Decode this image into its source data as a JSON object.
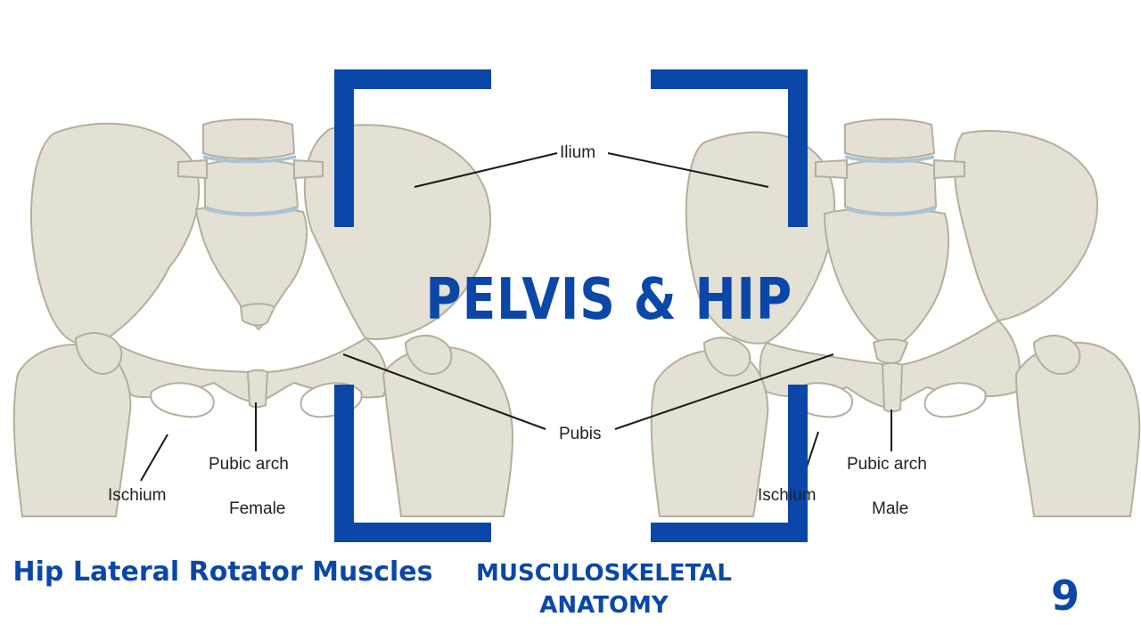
{
  "diagram": {
    "labels": {
      "ilium": "Ilium",
      "pubis": "Pubis",
      "pubic_arch_female": "Pubic arch",
      "pubic_arch_male": "Pubic arch",
      "ischium_female": "Ischium",
      "ischium_male": "Ischium",
      "female": "Female",
      "male": "Male"
    }
  },
  "title": "PELVIS & HIP",
  "footer": {
    "topic": "Hip Lateral Rotator Muscles",
    "subject": "MUSCULOSKELETAL ANATOMY",
    "number": "9"
  },
  "colors": {
    "accent": "#0a47a9",
    "bone": "#e4e0d4",
    "bone_outline": "#b5ae9c",
    "disc": "#a9c4d8"
  }
}
